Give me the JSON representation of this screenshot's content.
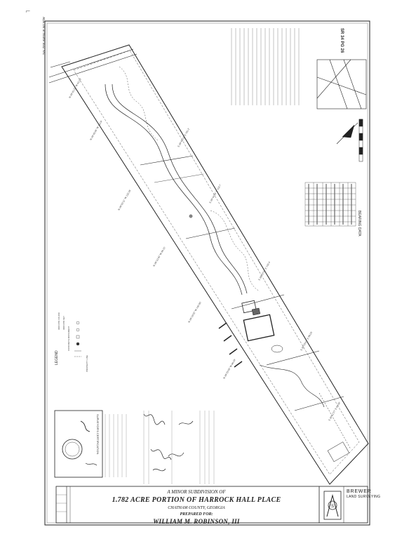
{
  "plat": {
    "subtitle": "A MINOR SUBDIVISION OF",
    "title": "1.782 ACRE PORTION OF HARROCK HALL PLACE",
    "county": "CHATHAM COUNTY, GEORGIA",
    "prepared_label": "PREPARED FOR:",
    "prepared_for": "WILLIAM M. ROBINSON, III",
    "firm_name": "BREWER",
    "firm_sub": "LAND SURVEYING",
    "road_label": "SALZER AVENUE 50' R/W",
    "bearing_table_title": "BEARING DATA",
    "sheet_ref": "SR 34 PG 26",
    "legend_title": "LEGEND",
    "cert_title": "SURVEYOR'S CERTIFICATION"
  },
  "colors": {
    "ink": "#222222",
    "paper": "#ffffff",
    "hatch": "#555555"
  }
}
